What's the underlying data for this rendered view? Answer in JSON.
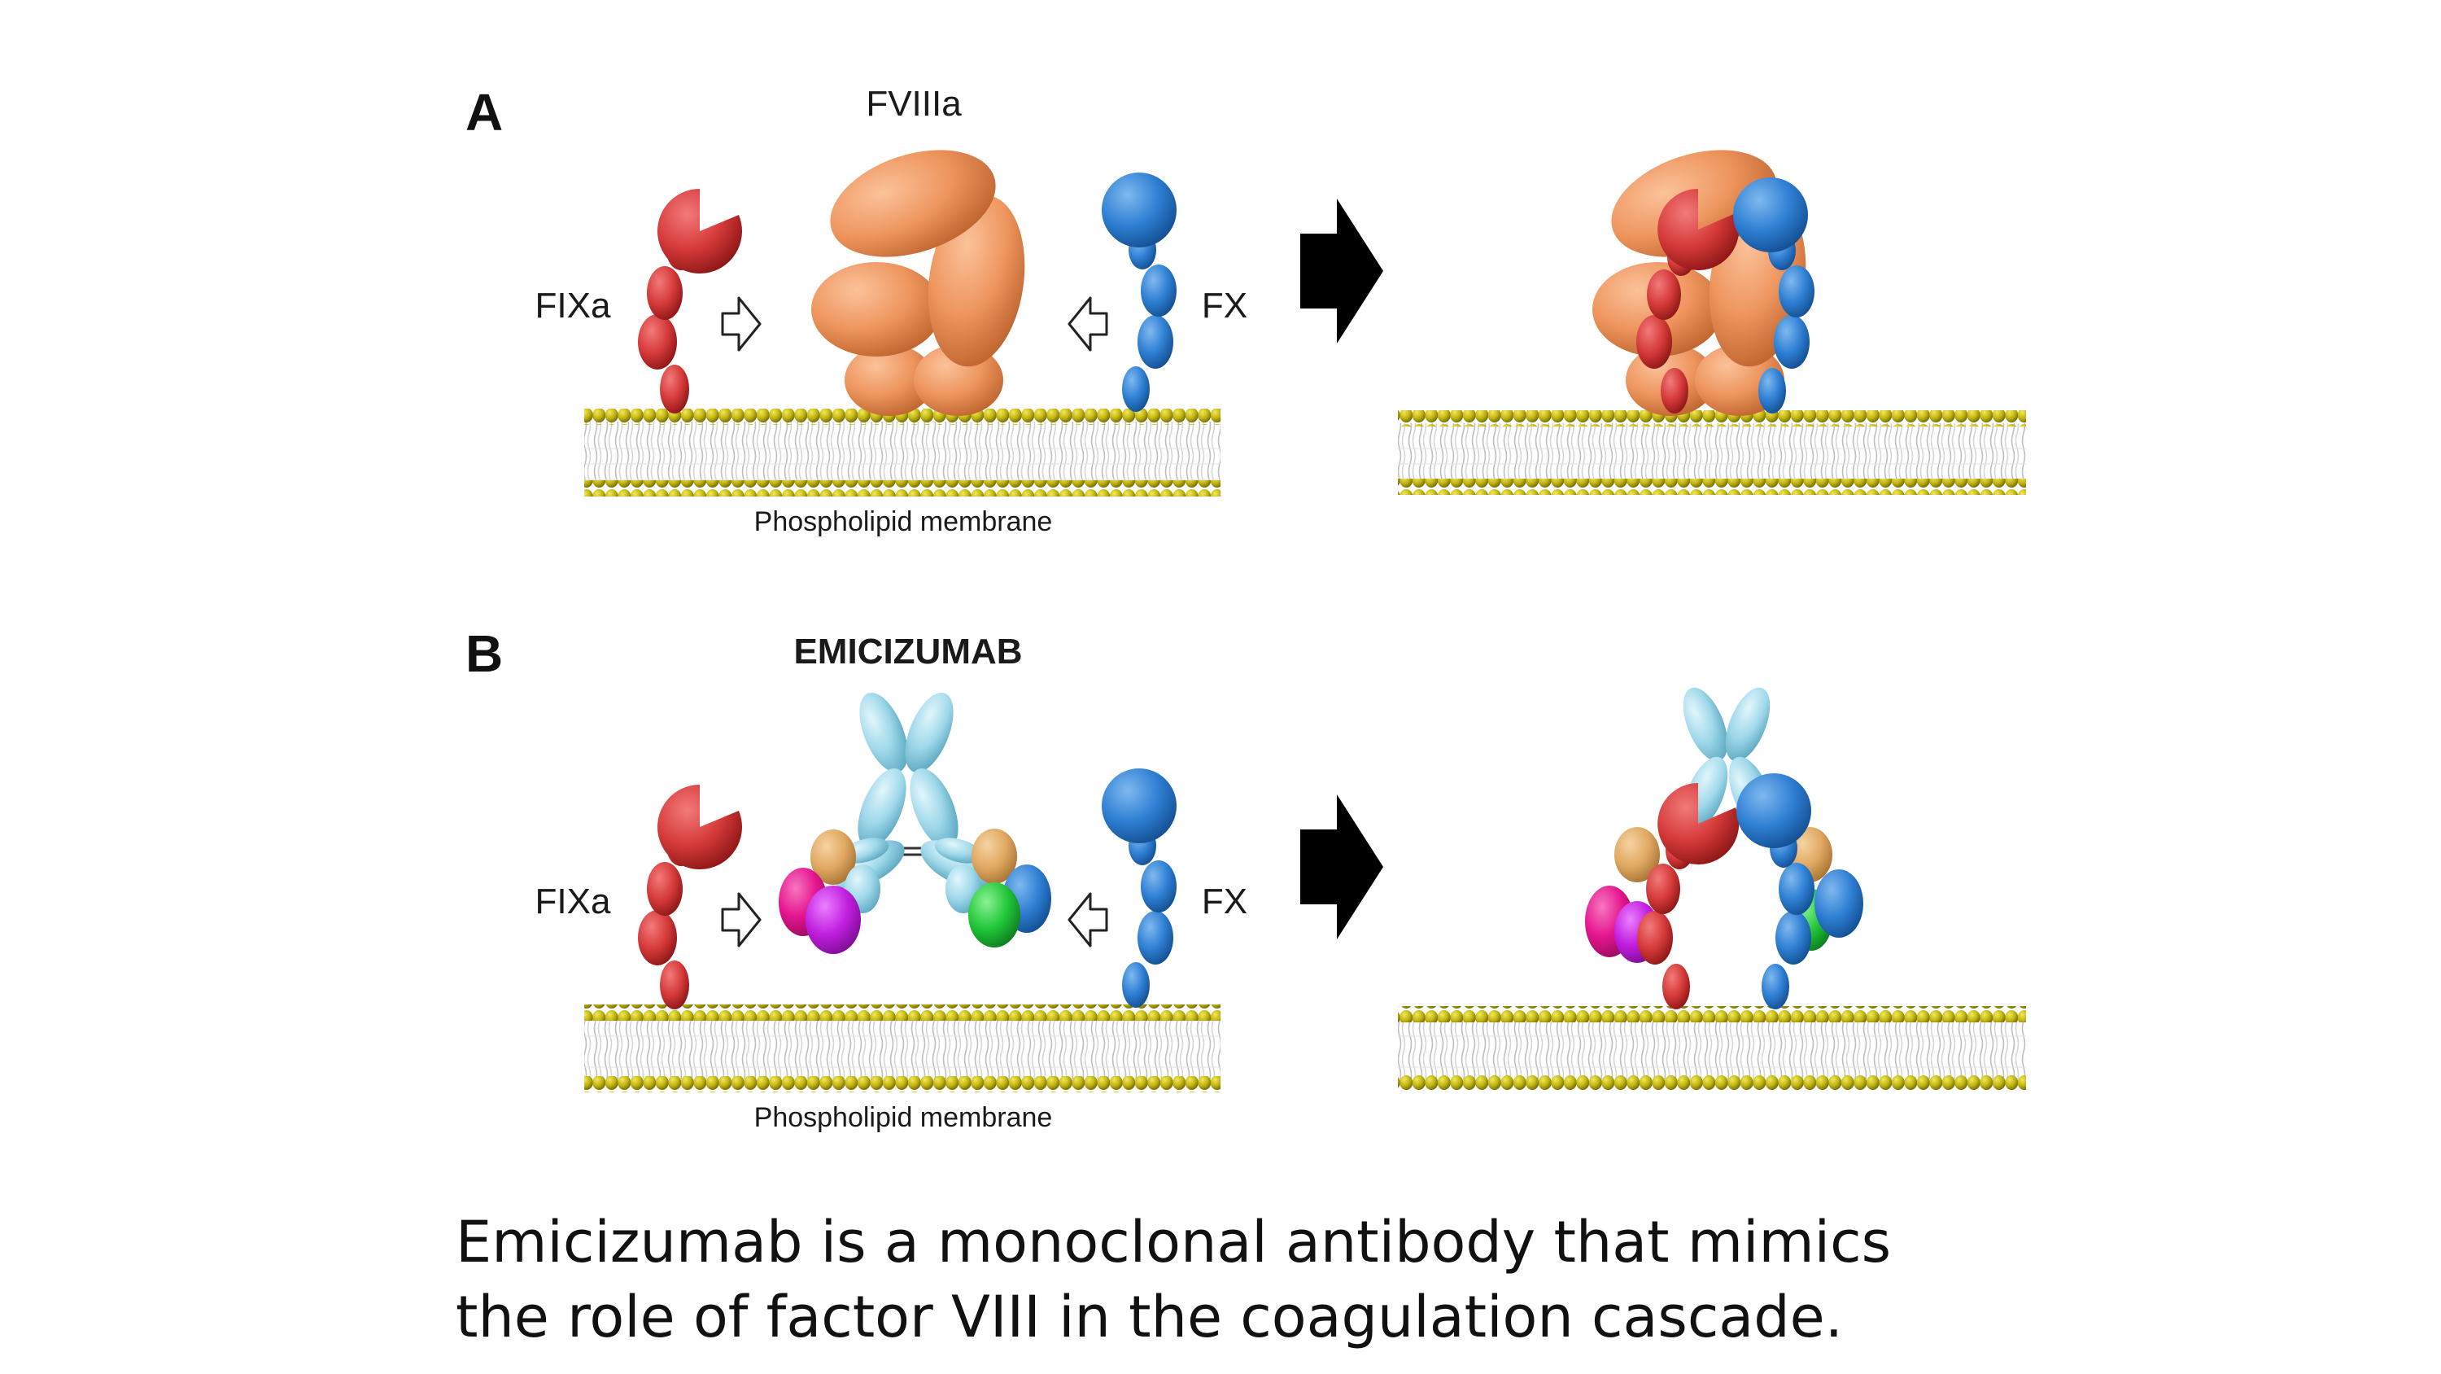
{
  "panels": [
    {
      "letter": "A",
      "center_label": "FVIIIa",
      "left_label": "FIXa",
      "right_label": "FX",
      "membrane_label": "Phospholipid membrane"
    },
    {
      "letter": "B",
      "center_label": "EMICIZUMAB",
      "left_label": "FIXa",
      "right_label": "FX",
      "membrane_label": "Phospholipid membrane"
    }
  ],
  "caption": {
    "line1": "Emicizumab is a monoclonal antibody that mimics",
    "line2": "the role of factor VIII in the coagulation cascade."
  },
  "colors": {
    "fixa": "#d63a3a",
    "fx": "#2f7fd4",
    "fviiia": "#ee955e",
    "antibody": "#9fd8ea",
    "membrane_bead": "#c2b411",
    "magenta": "#e5168f",
    "purple": "#c21fe0",
    "green": "#22c73a",
    "tan": "#e0a862"
  }
}
